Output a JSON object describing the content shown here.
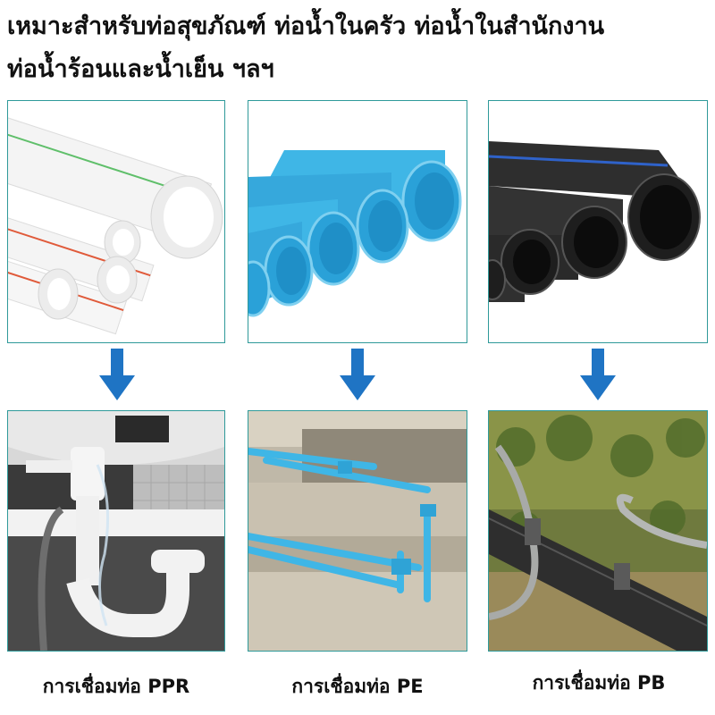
{
  "headline": {
    "line1": "เหมาะสำหรับท่อสุขภัณฑ์ ท่อน้ำในครัว ท่อน้ำในสำนักงาน",
    "line2": "ท่อน้ำร้อนและน้ำเย็น ฯลฯ"
  },
  "columns": [
    {
      "pipe_type": "PPR",
      "pipe_color": "#f2f2f2",
      "stripe_color": "#5fbf6a",
      "caption": "การเชื่อมท่อ PPR"
    },
    {
      "pipe_type": "PE",
      "pipe_color": "#3fb6e6",
      "caption": "การเชื่อมท่อ PE"
    },
    {
      "pipe_type": "PB",
      "pipe_color": "#2b2b2b",
      "stripe_color": "#2f62c9",
      "caption": "การเชื่อมท่อ PB"
    }
  ],
  "colors": {
    "arrow": "#1f74c4",
    "panel_border": "#2f9a9a"
  }
}
